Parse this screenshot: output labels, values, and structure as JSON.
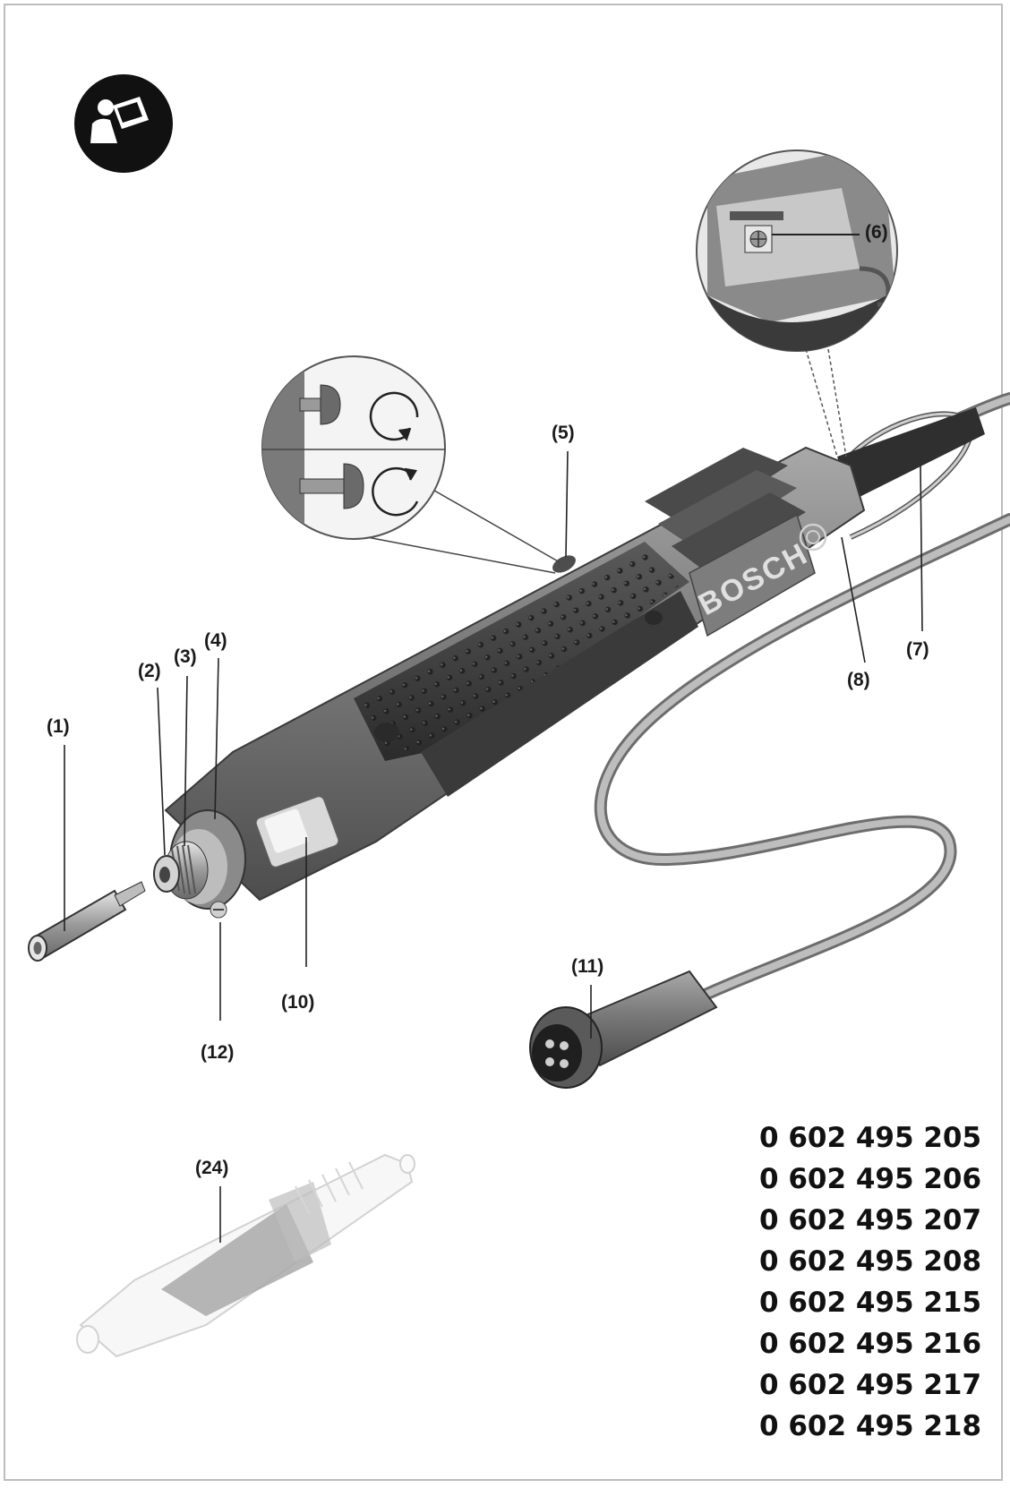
{
  "icons": {
    "manual": "read-manual-icon",
    "brand_logo": "bosch-armature-logo",
    "rotation": [
      "clockwise-arrow-icon",
      "counterclockwise-arrow-icon"
    ]
  },
  "product": {
    "brand": "BOSCH"
  },
  "callouts": [
    {
      "id": "c1",
      "text": "(1)"
    },
    {
      "id": "c2",
      "text": "(2)"
    },
    {
      "id": "c3",
      "text": "(3)"
    },
    {
      "id": "c4",
      "text": "(4)"
    },
    {
      "id": "c5",
      "text": "(5)"
    },
    {
      "id": "c6",
      "text": "(6)"
    },
    {
      "id": "c7",
      "text": "(7)"
    },
    {
      "id": "c8",
      "text": "(8)"
    },
    {
      "id": "c10",
      "text": "(10)"
    },
    {
      "id": "c11",
      "text": "(11)"
    },
    {
      "id": "c12",
      "text": "(12)"
    },
    {
      "id": "c24",
      "text": "(24)"
    }
  ],
  "part_numbers": [
    "0 602 495 205",
    "0 602 495 206",
    "0 602 495 207",
    "0 602 495 208",
    "0 602 495 215",
    "0 602 495 216",
    "0 602 495 217",
    "0 602 495 218"
  ],
  "colors": {
    "tool_body": "#6f6f6f",
    "grip": "#3e3e3e",
    "cable": "#8c8c8c",
    "ghost": "#d9d9d9",
    "ghost_grip": "#a9a9a9"
  }
}
